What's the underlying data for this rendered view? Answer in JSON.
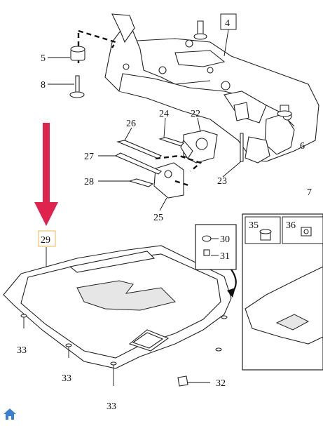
{
  "callouts": {
    "c4": "4",
    "c5": "5",
    "c6": "6",
    "c7": "7",
    "c8": "8",
    "c22": "22",
    "c23": "23",
    "c24": "24",
    "c25": "25",
    "c26": "26",
    "c27": "27",
    "c28": "28",
    "c29": "29",
    "c30": "30",
    "c31": "31",
    "c32": "32",
    "c33a": "33",
    "c33b": "33",
    "c33c": "33",
    "c35": "35",
    "c36": "36"
  },
  "colors": {
    "arrow": "#e0224e",
    "highlight_box": "#f3c26b",
    "home_icon": "#3a7fd0"
  },
  "icons": {
    "home": "home-icon"
  }
}
